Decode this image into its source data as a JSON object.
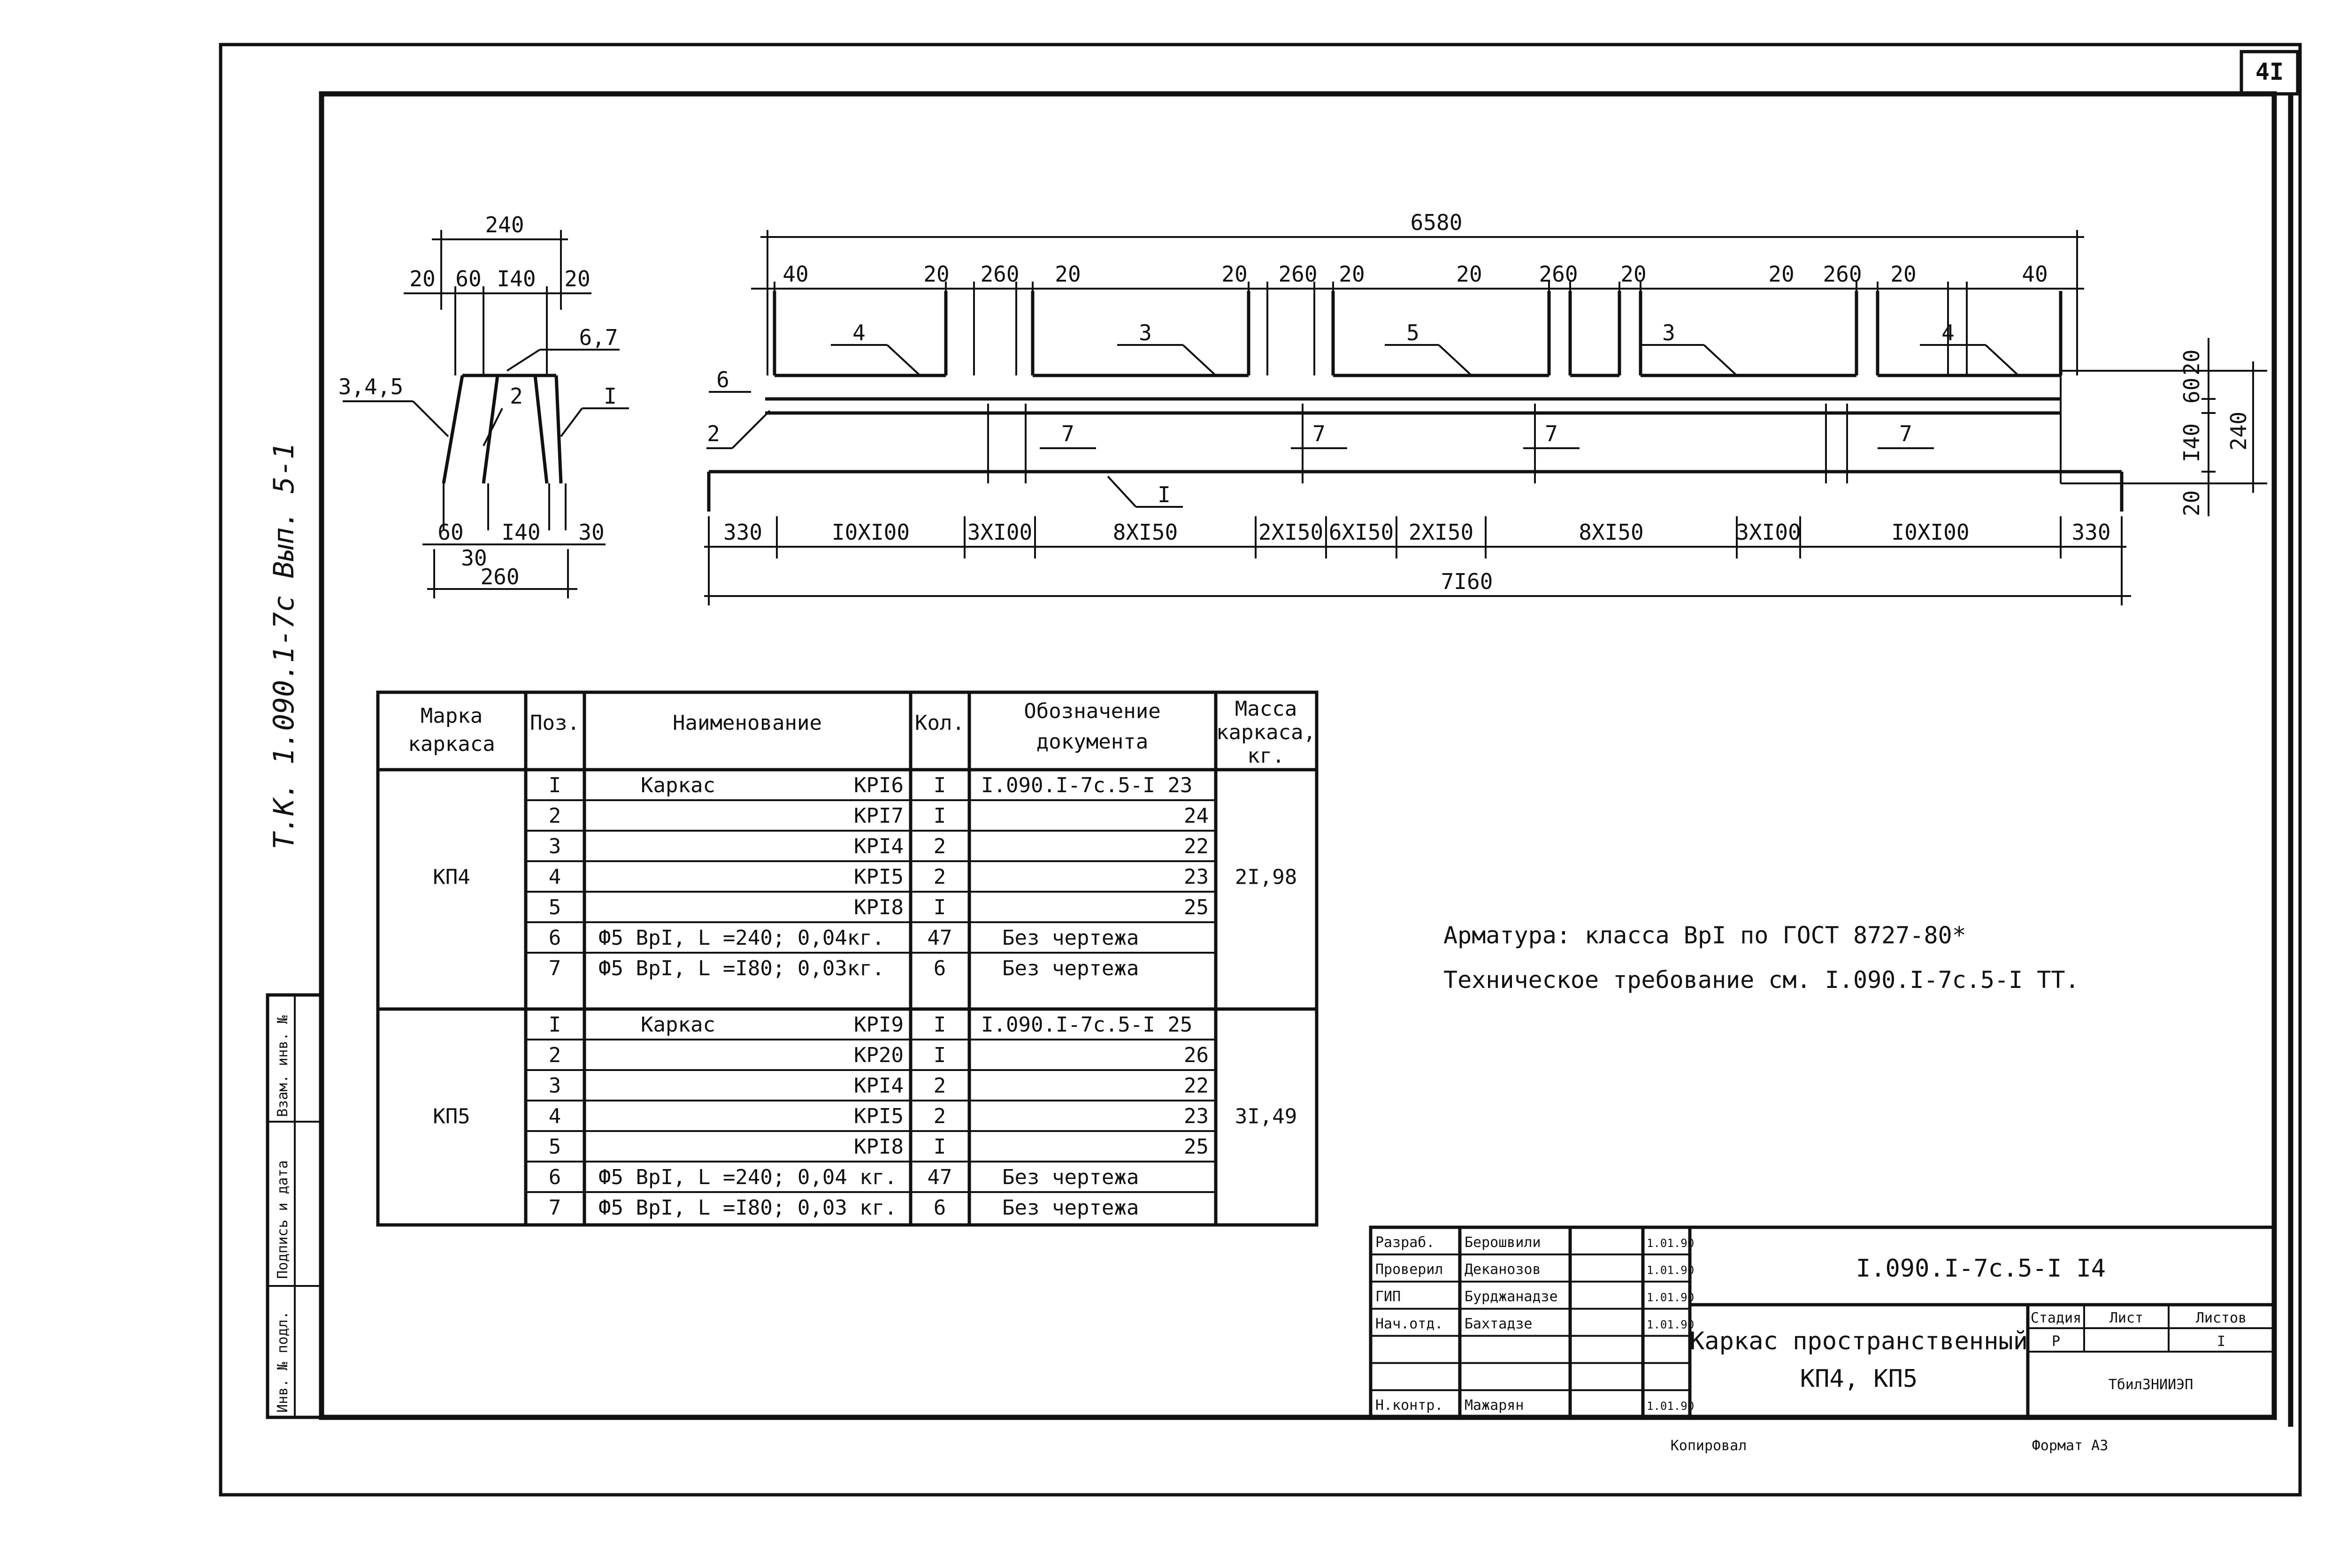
{
  "sheet": {
    "number": "4I",
    "side_stamp": "Т.К. 1.090.1-7с  Вып. 5-1",
    "side_fields": [
      "Инв. № подл.",
      "Подпись и дата",
      "Взам. инв. №"
    ],
    "copied": "Копировал",
    "format": "Формат А3"
  },
  "section_view": {
    "top_width": "240",
    "top_parts": [
      "20",
      "60",
      "I40",
      "20"
    ],
    "bottom_parts": [
      "60",
      "I40",
      "30"
    ],
    "bottom_offset": "30",
    "bottom_width": "260",
    "callouts": [
      "3,4,5",
      "2",
      "6,7",
      "I"
    ]
  },
  "elevation": {
    "top_overall": "6580",
    "top_segments": [
      "40",
      "20",
      "260",
      "20",
      "20",
      "260",
      "20",
      "20",
      "260",
      "20",
      "20",
      "260",
      "20",
      "40"
    ],
    "bar_labels": [
      "4",
      "3",
      "5",
      "3",
      "4"
    ],
    "rod_labels": [
      "6",
      "2",
      "I"
    ],
    "seven_labels": [
      "7",
      "7",
      "7",
      "7"
    ],
    "bottom_segments": [
      "330",
      "I0XI00",
      "3XI00",
      "8XI50",
      "2XI50",
      "6XI50",
      "2XI50",
      "8XI50",
      "3XI00",
      "I0XI00",
      "330"
    ],
    "bottom_overall": "7I60",
    "right_parts": [
      "20",
      "60",
      "I40",
      "20"
    ],
    "right_total": "240"
  },
  "spec_table": {
    "headers": [
      "Марка каркаса",
      "Поз.",
      "Наименование",
      "Кол.",
      "Обозначение документа",
      "Масса каркаса, кг."
    ],
    "groups": [
      {
        "mark": "КП4",
        "mass": "2I,98",
        "rows": [
          {
            "pos": "I",
            "name": "Каркас",
            "code": "КРI6",
            "qty": "I",
            "doc": "I.090.I-7с.5-I 23"
          },
          {
            "pos": "2",
            "name": "",
            "code": "КРI7",
            "qty": "I",
            "doc": "24"
          },
          {
            "pos": "3",
            "name": "",
            "code": "КРI4",
            "qty": "2",
            "doc": "22"
          },
          {
            "pos": "4",
            "name": "",
            "code": "КРI5",
            "qty": "2",
            "doc": "23"
          },
          {
            "pos": "5",
            "name": "",
            "code": "КРI8",
            "qty": "I",
            "doc": "25"
          },
          {
            "pos": "6",
            "name": "Ф5 ВрI,   L =240; 0,04кг.",
            "code": "",
            "qty": "47",
            "doc": "Без чертежа"
          },
          {
            "pos": "7",
            "name": "Ф5 ВрI,   L =I80; 0,03кг.",
            "code": "",
            "qty": "6",
            "doc": "Без чертежа"
          }
        ]
      },
      {
        "mark": "КП5",
        "mass": "3I,49",
        "rows": [
          {
            "pos": "I",
            "name": "Каркас",
            "code": "КРI9",
            "qty": "I",
            "doc": "I.090.I-7с.5-I 25"
          },
          {
            "pos": "2",
            "name": "",
            "code": "КР20",
            "qty": "I",
            "doc": "26"
          },
          {
            "pos": "3",
            "name": "",
            "code": "КРI4",
            "qty": "2",
            "doc": "22"
          },
          {
            "pos": "4",
            "name": "",
            "code": "КРI5",
            "qty": "2",
            "doc": "23"
          },
          {
            "pos": "5",
            "name": "",
            "code": "КРI8",
            "qty": "I",
            "doc": "25"
          },
          {
            "pos": "6",
            "name": "Ф5 ВрI,   L =240; 0,04 кг.",
            "code": "",
            "qty": "47",
            "doc": "Без чертежа"
          },
          {
            "pos": "7",
            "name": "Ф5 ВрI,   L =I80; 0,03 кг.",
            "code": "",
            "qty": "6",
            "doc": "Без чертежа"
          }
        ]
      }
    ]
  },
  "notes": [
    "Арматура:  класса ВрI по ГОСТ 8727-80*",
    "Техническое требование см. I.090.I-7с.5-I ТТ."
  ],
  "title_block": {
    "roles": [
      {
        "role": "Разраб.",
        "name": "Берошвили",
        "date": "1.01.90"
      },
      {
        "role": "Проверил",
        "name": "Деканозов",
        "date": "1.01.90"
      },
      {
        "role": "ГИП",
        "name": "Бурджанадзе",
        "date": "1.01.90"
      },
      {
        "role": "Нач.отд.",
        "name": "Бахтадзе",
        "date": "1.01.90"
      },
      {
        "role": "",
        "name": "",
        "date": ""
      },
      {
        "role": "",
        "name": "",
        "date": ""
      },
      {
        "role": "Н.контр.",
        "name": "Мажарян",
        "date": "1.01.90"
      }
    ],
    "code": "I.090.I-7с.5-I I4",
    "title_line1": "Каркас пространственный",
    "title_line2": "КП4, КП5",
    "stage_headers": [
      "Стадия",
      "Лист",
      "Листов"
    ],
    "stage_values": [
      "Р",
      "",
      "I"
    ],
    "org": "ТбилЗНИИЭП"
  }
}
